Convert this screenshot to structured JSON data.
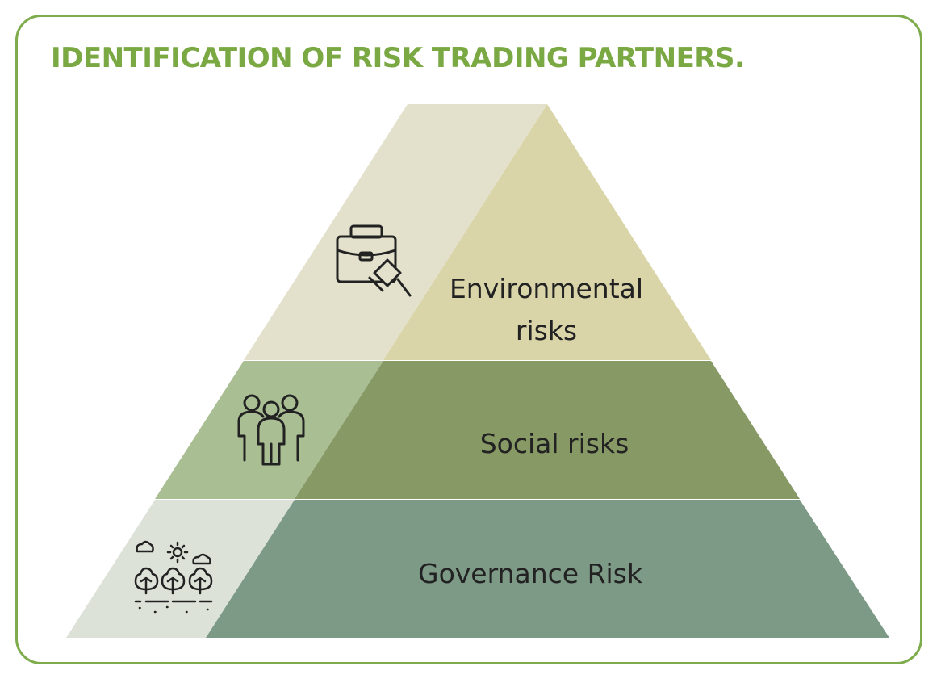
{
  "title": "IDENTIFICATION OF RISK TRADING PARTNERS.",
  "levels": [
    {
      "line1": "Environmental",
      "line2": "risks",
      "icon": "briefcase-gavel-icon",
      "light": "#e3e1cc",
      "dark": "#d9d5a8"
    },
    {
      "label": "Social risks",
      "icon": "people-group-icon",
      "light": "#aabe94",
      "dark": "#879965"
    },
    {
      "label": "Governance Risk",
      "icon": "trees-nature-icon",
      "light": "#dde2d8",
      "dark": "#7d9a87"
    }
  ],
  "colors": {
    "accent": "#7aa843",
    "border": "#7eab4b"
  }
}
